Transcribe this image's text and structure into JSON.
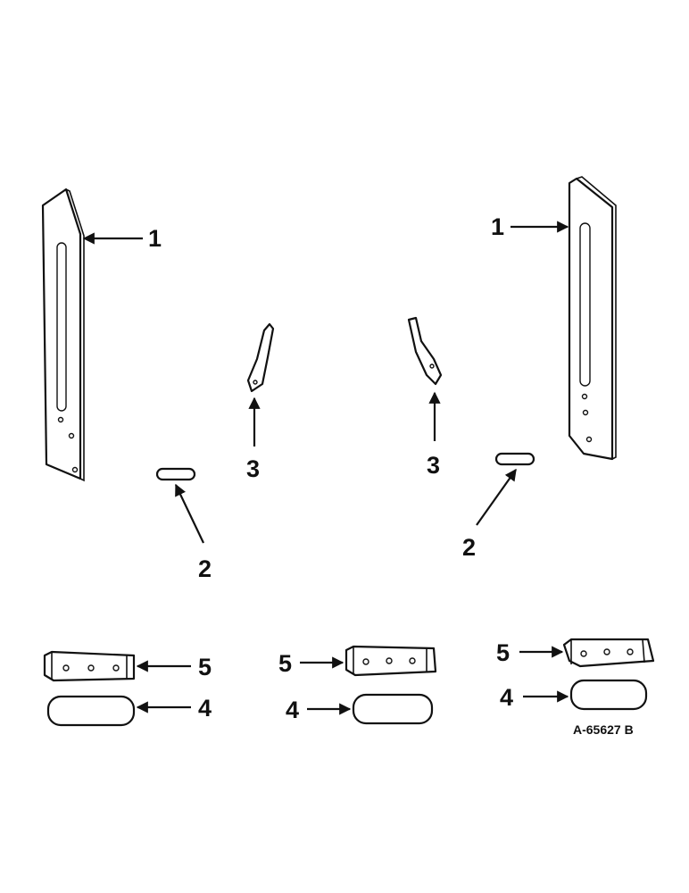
{
  "diagram": {
    "callouts": {
      "c1_left": "1",
      "c1_right": "1",
      "c2_left": "2",
      "c2_right": "2",
      "c3_left": "3",
      "c3_right": "3",
      "c5_left": "5",
      "c5_mid": "5",
      "c5_right": "5",
      "c4_left": "4",
      "c4_mid": "4",
      "c4_right": "4"
    },
    "reference_code": "A-65627 B",
    "line_color": "#111111",
    "background_color": "#ffffff"
  }
}
